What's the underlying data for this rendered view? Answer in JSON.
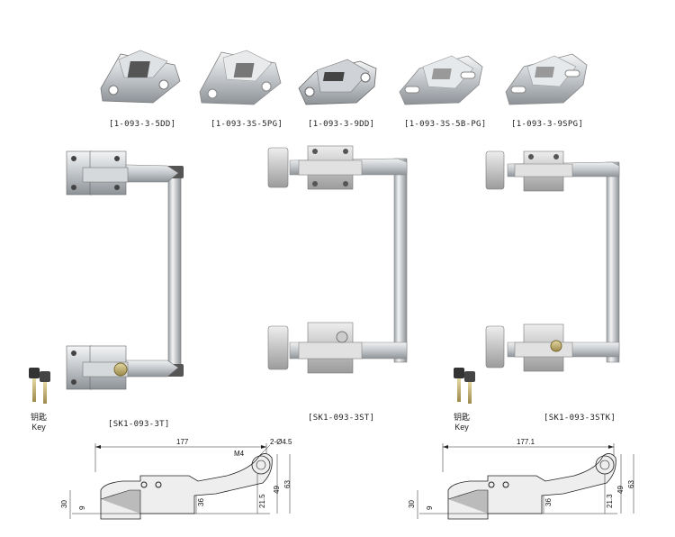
{
  "strikes": [
    {
      "code": "[1-093-3-5DD]"
    },
    {
      "code": "[1-093-3S-5PG]"
    },
    {
      "code": "[1-093-3-9DD]"
    },
    {
      "code": "[1-093-3S-5B-PG]"
    },
    {
      "code": "[1-093-3-9SPG]"
    }
  ],
  "handles": [
    {
      "code": "[SK1-093-3T]"
    },
    {
      "code": "[SK1-093-3ST]"
    },
    {
      "code": "[SK1-093-3STK]"
    }
  ],
  "key_label_cn": "钥匙",
  "key_label_en": "Key",
  "drawing_left": {
    "length": "177",
    "thread": "M4",
    "holes": "2-Ø4.5",
    "h30": "30",
    "h9": "9",
    "h36": "36",
    "h21": "21.5",
    "h49": "49",
    "h63": "63"
  },
  "drawing_right": {
    "length": "177.1",
    "h30": "30",
    "h9": "9",
    "h36": "36",
    "h21": "21.3",
    "h49": "49",
    "h63": "63"
  },
  "colors": {
    "metal": "#c9cdd1",
    "metal_dark": "#8b9095",
    "metal_light": "#eef0f2"
  }
}
